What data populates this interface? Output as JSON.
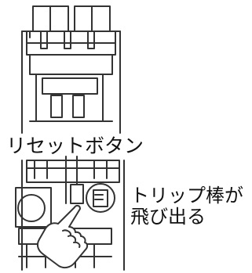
{
  "labels": {
    "reset_button": "リセットボタン",
    "trip_bar_line1": "トリップ棒が",
    "trip_bar_line2": "飛び出る"
  },
  "icons": {
    "hand": "pointing-hand-icon",
    "trip_bar_symbol": "trip-bar-icon"
  },
  "colors": {
    "line": "#333333",
    "text": "#111111",
    "background": "#ffffff"
  }
}
